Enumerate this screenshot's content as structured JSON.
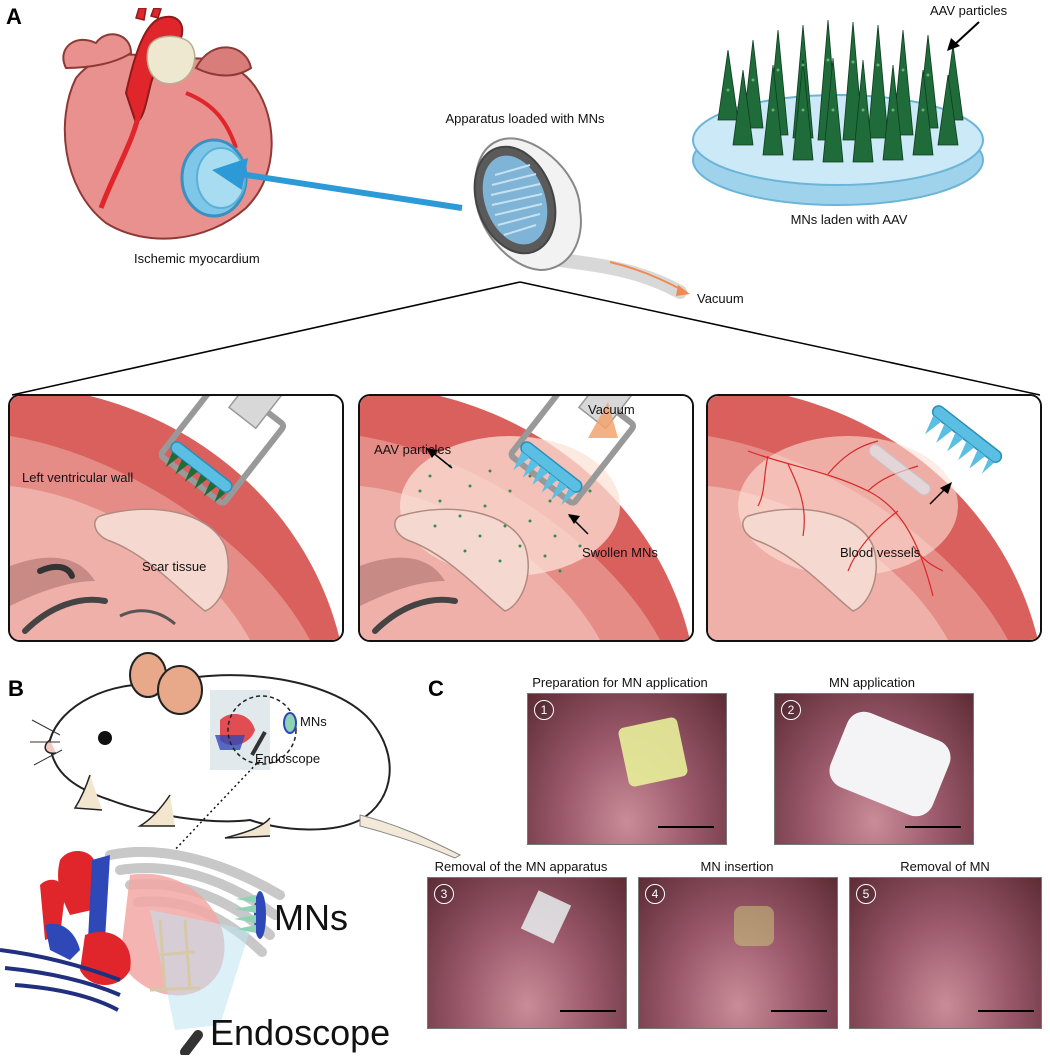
{
  "panel_letters": {
    "a": "A",
    "b": "B",
    "c": "C"
  },
  "panel_a": {
    "heart_label": "Ischemic myocardium",
    "apparatus_label": "Apparatus loaded with MNs",
    "vacuum_label": "Vacuum",
    "patch_label": "MNs laden with AAV",
    "aav_label": "AAV particles",
    "box1": {
      "wall_label": "Left ventricular wall",
      "scar_label": "Scar tissue"
    },
    "box2": {
      "vacuum_label": "Vacuum",
      "aav_label": "AAV particles",
      "swollen_label": "Swollen MNs"
    },
    "box3": {
      "vessels_label": "Blood vessels"
    }
  },
  "panel_b": {
    "mns_small_label": "MNs",
    "endoscope_small_label": "Endoscope",
    "mns_large_label": "MNs",
    "endoscope_large_label": "Endoscope"
  },
  "panel_c": {
    "photos": [
      {
        "num": "1",
        "caption": "Preparation for MN application"
      },
      {
        "num": "2",
        "caption": "MN application"
      },
      {
        "num": "3",
        "caption": "Removal of the MN apparatus"
      },
      {
        "num": "4",
        "caption": "MN insertion"
      },
      {
        "num": "5",
        "caption": "Removal of MN"
      }
    ]
  },
  "colors": {
    "heart_pink": "#e8918e",
    "heart_dark": "#c1403d",
    "artery_red": "#e0262b",
    "arrow_blue": "#2c9ad6",
    "mn_green": "#1f6b3a",
    "mn_blue": "#5bbfe3",
    "vessel_blue": "#2f48b8"
  }
}
